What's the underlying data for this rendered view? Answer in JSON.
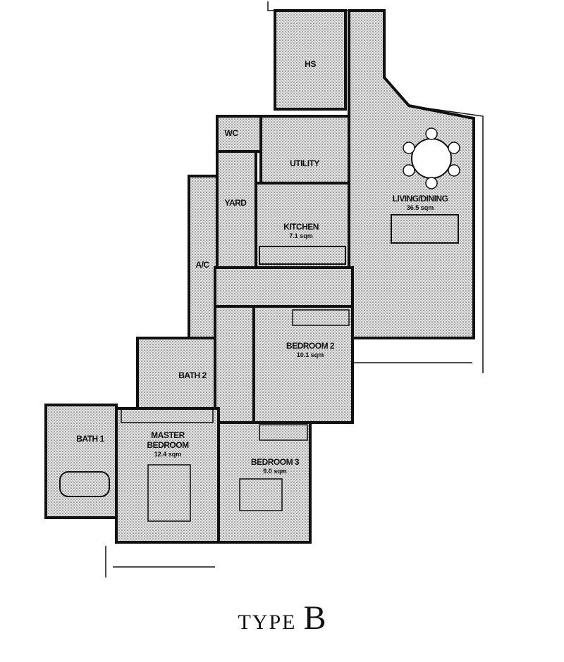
{
  "plan": {
    "rooms": {
      "hs": {
        "label": "HS"
      },
      "wc": {
        "label": "WC"
      },
      "utility": {
        "label": "UTILITY"
      },
      "yard": {
        "label": "YARD"
      },
      "kitchen": {
        "label": "KITCHEN",
        "area": "7.1 sqm"
      },
      "living": {
        "label": "LIVING/DINING",
        "area": "36.5 sqm"
      },
      "ac": {
        "label": "A/C"
      },
      "bedroom2": {
        "label": "BEDROOM 2",
        "area": "10.1 sqm"
      },
      "bath2": {
        "label": "BATH 2"
      },
      "bath1": {
        "label": "BATH 1"
      },
      "master": {
        "label1": "MASTER",
        "label2": "BEDROOM",
        "area": "12.4 sqm"
      },
      "bedroom3": {
        "label": "BEDROOM 3",
        "area": "9.0 sqm"
      }
    },
    "title": {
      "prefix": "TYPE",
      "letter": "B"
    },
    "colors": {
      "wall": "#111111",
      "fill": "#cfcfcf"
    }
  }
}
